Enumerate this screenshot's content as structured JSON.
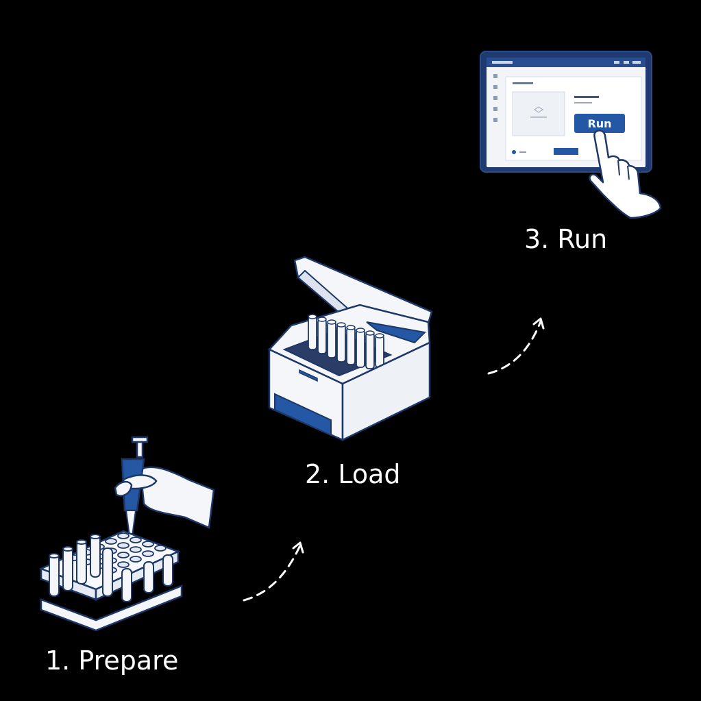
{
  "steps": [
    {
      "label": "1. Prepare"
    },
    {
      "label": "2. Load"
    },
    {
      "label": "3. Run"
    }
  ],
  "screen": {
    "button": "Run"
  },
  "colors": {
    "background": "#000000",
    "accent": "#2457a4",
    "outline": "#1d3766",
    "surface": "#f2f4f8"
  }
}
